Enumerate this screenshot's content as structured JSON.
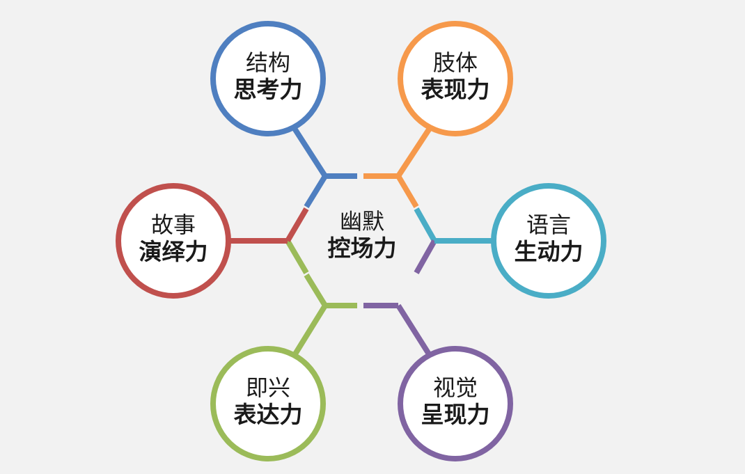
{
  "center": {
    "line1": "幽默",
    "line2": "控场力"
  },
  "nodes": [
    {
      "id": "structure",
      "line1": "结构",
      "line2": "思考力",
      "color": "#4f7fc0"
    },
    {
      "id": "body",
      "line1": "肢体",
      "line2": "表现力",
      "color": "#f6994b"
    },
    {
      "id": "language",
      "line1": "语言",
      "line2": "生动力",
      "color": "#4aadc6"
    },
    {
      "id": "visual",
      "line1": "视觉",
      "line2": "呈现力",
      "color": "#8064a2"
    },
    {
      "id": "improv",
      "line1": "即兴",
      "line2": "表达力",
      "color": "#9bbb59"
    },
    {
      "id": "story",
      "line1": "故事",
      "line2": "演绎力",
      "color": "#c0504d"
    }
  ]
}
